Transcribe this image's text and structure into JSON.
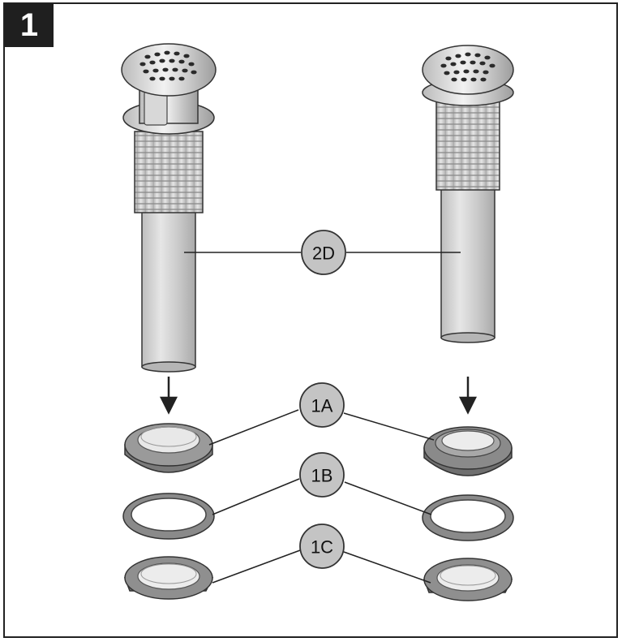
{
  "step": {
    "number": "1"
  },
  "callouts": {
    "drain_body": "2D",
    "upper_nut": "1A",
    "washer": "1B",
    "lower_nut": "1C"
  }
}
